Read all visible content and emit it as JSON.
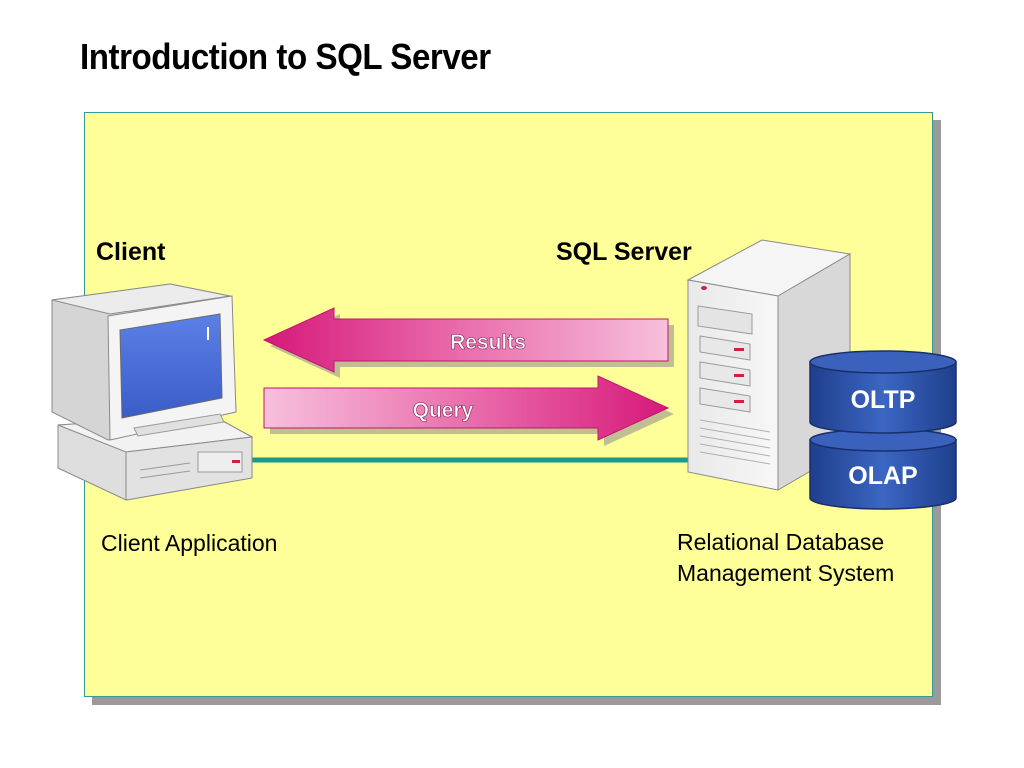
{
  "slide": {
    "title": "Introduction to SQL Server"
  },
  "client": {
    "heading": "Client",
    "caption": "Client Application",
    "icon": "desktop-computer-icon"
  },
  "server": {
    "heading": "SQL Server",
    "caption_line1": "Relational Database",
    "caption_line2": "Management System",
    "icon": "server-tower-icon"
  },
  "arrows": {
    "results_label": "Results",
    "query_label": "Query"
  },
  "databases": {
    "oltp_label": "OLTP",
    "olap_label": "OLAP"
  },
  "colors": {
    "panel_fill": "#ffff99",
    "panel_border": "#339999",
    "arrow_magenta": "#d6197a",
    "arrow_pink": "#f5b3d6",
    "database_blue": "#2f55a8",
    "network_line": "#1a9a8a",
    "monitor_screen": "#4a6fd8"
  }
}
